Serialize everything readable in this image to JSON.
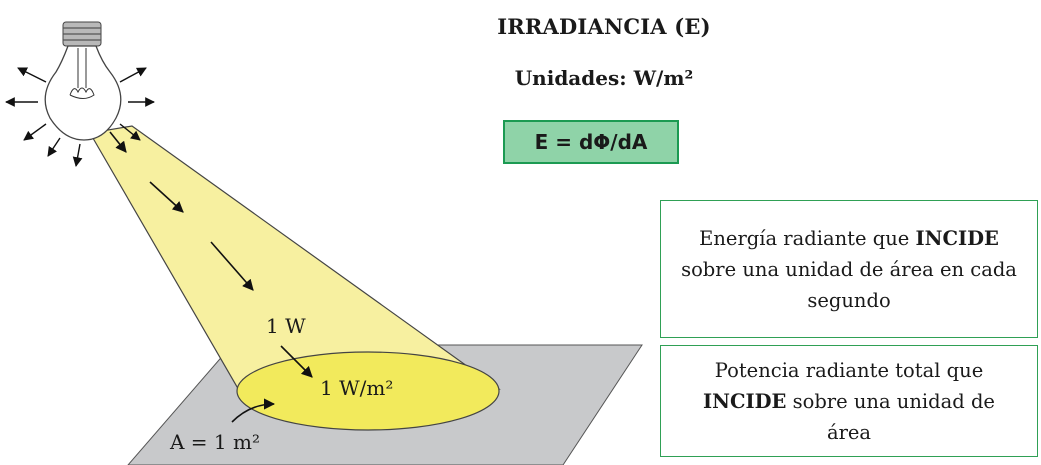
{
  "header": {
    "title": "IRRADIANCIA (E)",
    "units": "Unidades: W/m²",
    "formula": "E = dΦ/dA"
  },
  "definitions": [
    {
      "pre": "Energía radiante que ",
      "bold": "INCIDE",
      "post": " sobre una unidad de área en cada segundo"
    },
    {
      "pre": "Potencia radiante total que ",
      "bold": "INCIDE",
      "post": " sobre una unidad de área"
    }
  ],
  "diagram": {
    "power_label": "1 W",
    "irradiance_label": "1 W/m²",
    "area_label": "A = 1 m²"
  },
  "colors": {
    "beam": "#f7f0a0",
    "spot": "#f2ea5c",
    "floor": "#c8c9cb",
    "formula_bg": "#8fd3a8",
    "box_border": "#2fa055"
  }
}
